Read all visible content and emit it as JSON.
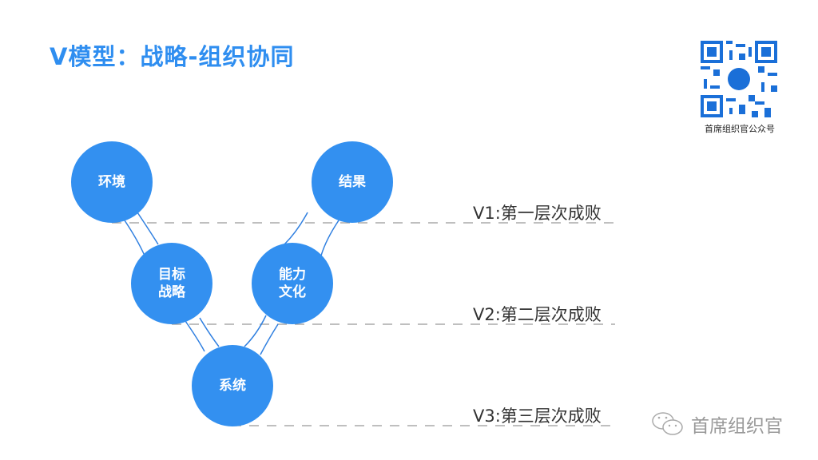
{
  "title": "V模型：战略-组织协同",
  "nodes": {
    "env": "环境",
    "result": "结果",
    "strategy": "目标\n战略",
    "capability": "能力\n文化",
    "system": "系统"
  },
  "levels": [
    "V1:第一层次成败",
    "V2:第二层次成败",
    "V3:第三层次成败"
  ],
  "qr": {
    "label": "首席组织官公众号"
  },
  "brand": {
    "name": "首席组织官",
    "icon": "wechat-icon"
  },
  "colors": {
    "accent": "#2f8ef0",
    "node": "#3390f0"
  }
}
